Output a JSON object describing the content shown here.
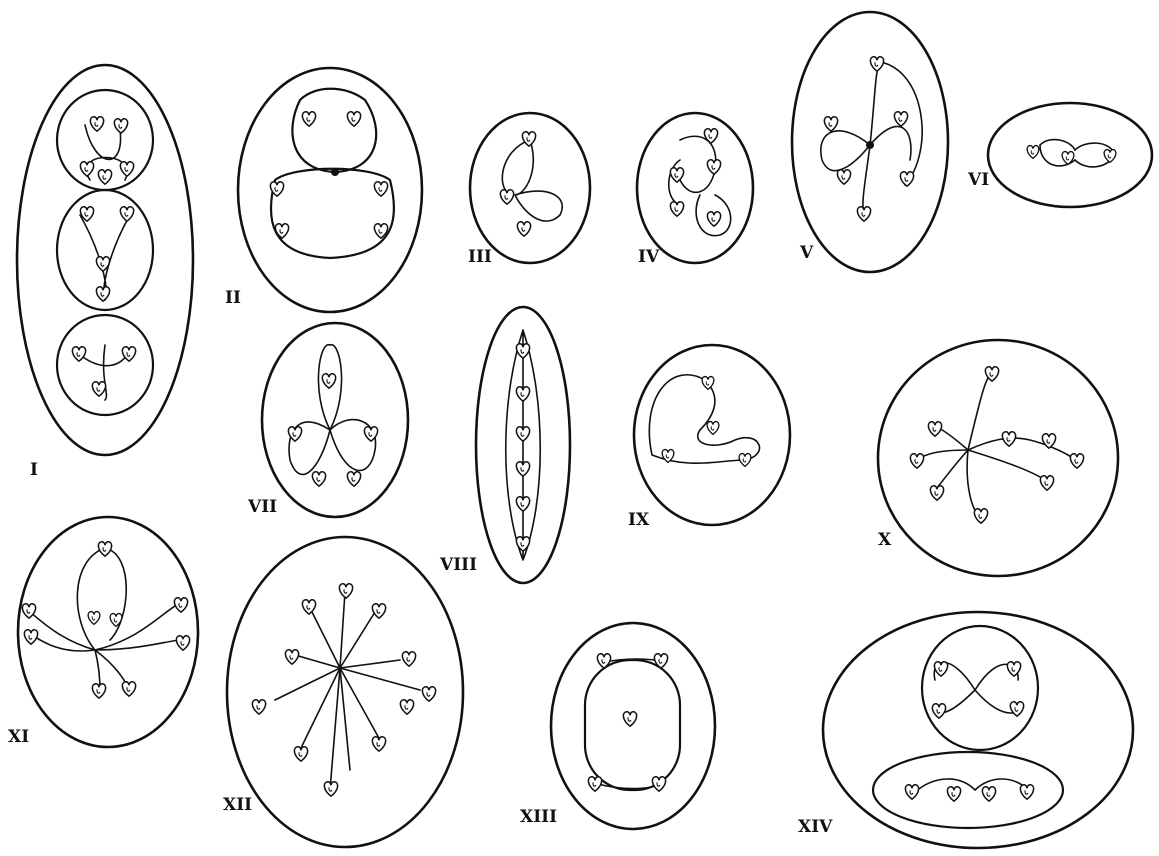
{
  "figure": {
    "panels": [
      {
        "id": "I",
        "label": "I"
      },
      {
        "id": "II",
        "label": "II"
      },
      {
        "id": "III",
        "label": "III"
      },
      {
        "id": "IV",
        "label": "IV"
      },
      {
        "id": "V",
        "label": "V"
      },
      {
        "id": "VI",
        "label": "VI"
      },
      {
        "id": "VII",
        "label": "VII"
      },
      {
        "id": "VIII",
        "label": "VIII"
      },
      {
        "id": "IX",
        "label": "IX"
      },
      {
        "id": "X",
        "label": "X"
      },
      {
        "id": "XI",
        "label": "XI"
      },
      {
        "id": "XII",
        "label": "XII"
      },
      {
        "id": "XIII",
        "label": "XIII"
      },
      {
        "id": "XIV",
        "label": "XIV"
      }
    ]
  }
}
